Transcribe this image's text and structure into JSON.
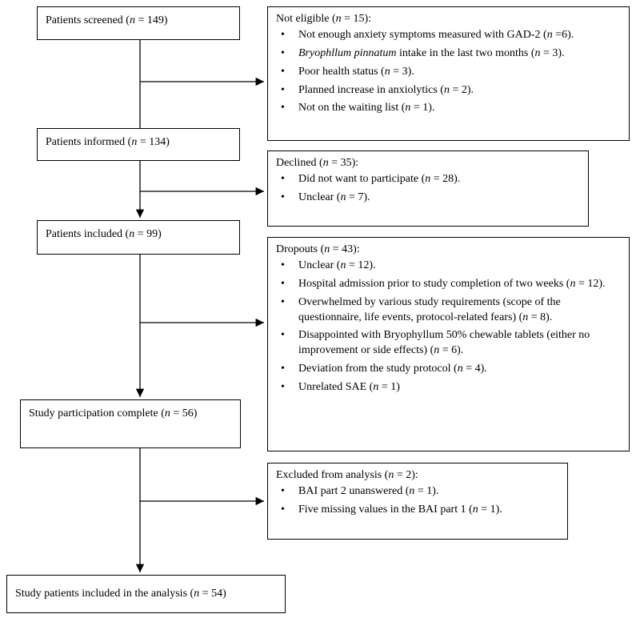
{
  "flow": {
    "screened": {
      "label": "Patients screened (",
      "n": "n",
      "count": " = 149)"
    },
    "informed": {
      "label": "Patients informed (",
      "n": "n",
      "count": " = 134)"
    },
    "included": {
      "label": "Patients included (",
      "n": "n",
      "count": " = 99)"
    },
    "complete": {
      "label": "Study participation complete (",
      "n": "n",
      "count": " = 56)"
    },
    "analysis": {
      "label": "Study patients included in the analysis (",
      "n": "n",
      "count": " = 54)"
    }
  },
  "not_eligible": {
    "title_pre": "Not eligible (",
    "title_n": "n",
    "title_post": " = 15):",
    "items": [
      {
        "pre": "Not enough anxiety symptoms measured with GAD-2 (",
        "n": "n",
        "post": " =6)."
      },
      {
        "pre": "",
        "it": "Bryophllum pinnatum",
        "mid": " intake in the last two months (",
        "n": "n",
        "post": " = 3)."
      },
      {
        "pre": "Poor health status (",
        "n": "n",
        "post": " = 3)."
      },
      {
        "pre": "Planned increase in anxiolytics (",
        "n": "n",
        "post": " = 2)."
      },
      {
        "pre": "Not on the waiting list (",
        "n": "n",
        "post": " = 1)."
      }
    ]
  },
  "declined": {
    "title_pre": "Declined (",
    "title_n": "n",
    "title_post": " = 35):",
    "items": [
      {
        "pre": "Did not want to participate (",
        "n": "n",
        "post": " = 28)."
      },
      {
        "pre": "Unclear (",
        "n": "n",
        "post": " = 7)."
      }
    ]
  },
  "dropouts": {
    "title_pre": "Dropouts (",
    "title_n": "n",
    "title_post": " = 43):",
    "items": [
      {
        "pre": "Unclear (",
        "n": "n",
        "post": " = 12)."
      },
      {
        "pre": "Hospital admission prior to study completion of two weeks (",
        "n": "n",
        "post": " = 12)."
      },
      {
        "pre": "Overwhelmed by various study requirements (scope of the questionnaire, life events, protocol-related fears) (",
        "n": "n",
        "post": " = 8)."
      },
      {
        "pre": "Disappointed with Bryophyllum 50% chewable tablets (either no improvement or side effects) (",
        "n": "n",
        "post": " = 6)."
      },
      {
        "pre": "Deviation from the study protocol (",
        "n": "n",
        "post": " = 4)."
      },
      {
        "pre": "Unrelated SAE (",
        "n": "n",
        "post": " = 1)"
      }
    ]
  },
  "excluded": {
    "title_pre": "Excluded from analysis (",
    "title_n": "n",
    "title_post": " = 2):",
    "items": [
      {
        "pre": "BAI part 2 unanswered (",
        "n": "n",
        "post": " = 1)."
      },
      {
        "pre": "Five missing values in the BAI part 1 (",
        "n": "n",
        "post": " = 1)."
      }
    ]
  }
}
